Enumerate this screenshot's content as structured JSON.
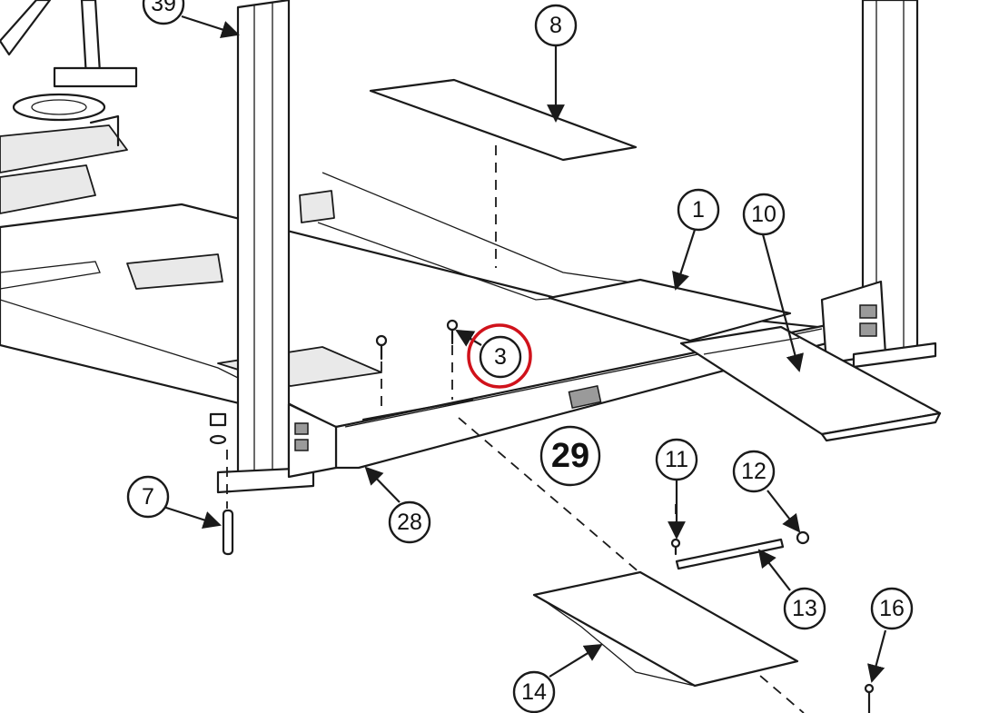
{
  "diagram": {
    "callouts": [
      "39",
      "8",
      "1",
      "10",
      "3",
      "29",
      "7",
      "28",
      "11",
      "12",
      "13",
      "16",
      "14"
    ],
    "highlight_color": "#d0121b",
    "highlighted_callout": "3"
  }
}
